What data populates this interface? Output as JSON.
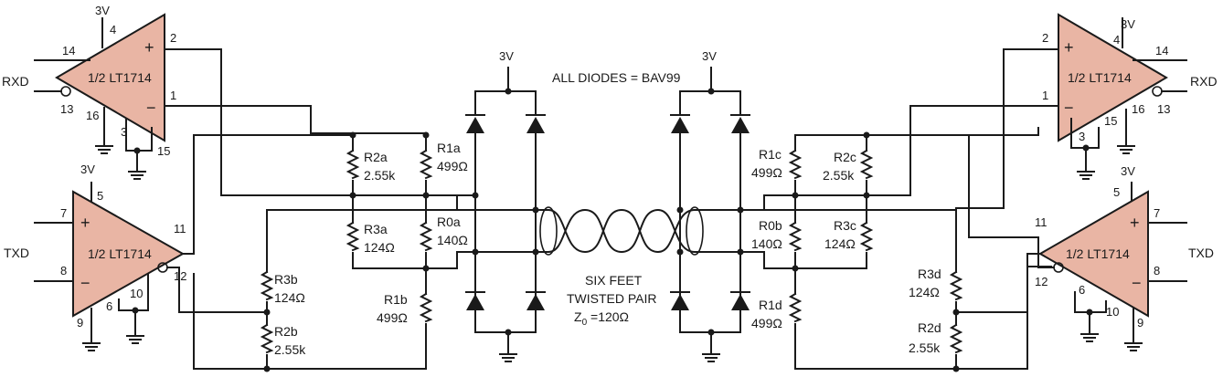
{
  "amp_label": "1/2 LT1714",
  "supply": "3V",
  "diodes_note": "ALL DIODES = BAV99",
  "cable": {
    "line1": "SIX FEET",
    "line2": "TWISTED PAIR",
    "z_sym": "Z",
    "z_sub": "0",
    "z_val": " =120Ω"
  },
  "signals": {
    "rxd": "RXD",
    "txd": "TXD"
  },
  "pins": {
    "p1": "1",
    "p2": "2",
    "p3": "3",
    "p4": "4",
    "p5": "5",
    "p6": "6",
    "p7": "7",
    "p8": "8",
    "p9": "9",
    "p10": "10",
    "p11": "11",
    "p12": "12",
    "p13": "13",
    "p14": "14",
    "p15": "15",
    "p16": "16"
  },
  "resistors": {
    "r1a": {
      "name": "R1a",
      "value": "499Ω"
    },
    "r2a": {
      "name": "R2a",
      "value": "2.55k"
    },
    "r3a": {
      "name": "R3a",
      "value": "124Ω"
    },
    "r0a": {
      "name": "R0a",
      "value": "140Ω"
    },
    "r1b": {
      "name": "R1b",
      "value": "499Ω"
    },
    "r3b": {
      "name": "R3b",
      "value": "124Ω"
    },
    "r2b": {
      "name": "R2b",
      "value": "2.55k"
    },
    "r1c": {
      "name": "R1c",
      "value": "499Ω"
    },
    "r2c": {
      "name": "R2c",
      "value": "2.55k"
    },
    "r0b": {
      "name": "R0b",
      "value": "140Ω"
    },
    "r3c": {
      "name": "R3c",
      "value": "124Ω"
    },
    "r1d": {
      "name": "R1d",
      "value": "499Ω"
    },
    "r3d": {
      "name": "R3d",
      "value": "124Ω"
    },
    "r2d": {
      "name": "R2d",
      "value": "2.55k"
    }
  },
  "amp_fill": "#e9b5a4"
}
